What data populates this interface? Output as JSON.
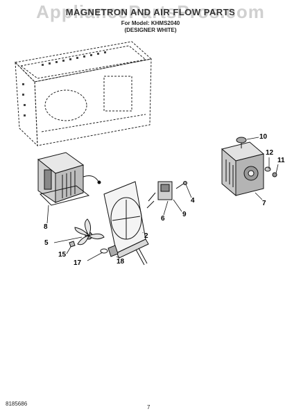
{
  "header": {
    "title": "MAGNETRON AND AIR FLOW PARTS",
    "model_line": "For Model: KHMS2040",
    "color_line": "(DESIGNER WHITE)",
    "watermark": "AppliancePartsPros.com"
  },
  "callouts": {
    "c10": "10",
    "c12": "12",
    "c11": "11",
    "c7": "7",
    "c4": "4",
    "c6": "6",
    "c9": "9",
    "c2": "2",
    "c8": "8",
    "c5": "5",
    "c15": "15",
    "c17": "17",
    "c18": "18"
  },
  "footer": {
    "code": "8185686",
    "page": "7"
  }
}
